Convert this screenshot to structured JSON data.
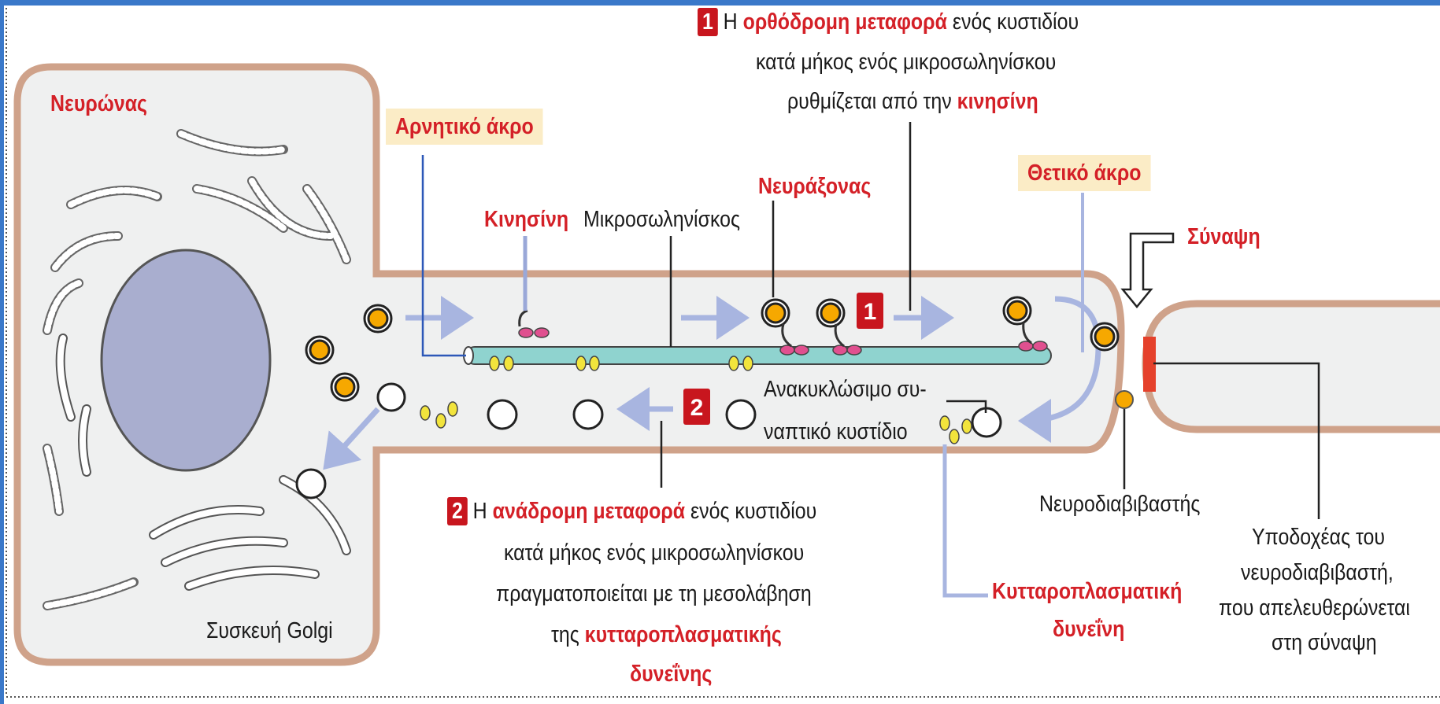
{
  "colors": {
    "frame_blue": "#3a78c9",
    "cell_fill": "#eff0f0",
    "cell_border": "#cfa28a",
    "nucleus": "#a9aecf",
    "microtubule": "#8fd3cf",
    "arrow": "#a8b5e0",
    "vesicle_orange": "#f6a800",
    "motor_pink": "#e0508f",
    "label_red": "#d42027",
    "highlight_bg": "#fbecc6",
    "synapse_red": "#e5412b"
  },
  "labels": {
    "neuron": "Νευρώνας",
    "negative_end": "Αρνητικό άκρο",
    "kinesin": "Κινησίνη",
    "microtubule": "Μικροσωληνίσκος",
    "axon": "Νευράξονας",
    "positive_end": "Θετικό άκρο",
    "synapse": "Σύναψη",
    "recycled_line1": "Ανακυκλώσιμο συ-",
    "recycled_line2": "ναπτικό κυστίδιο",
    "neurotransmitter": "Νευροδιαβιβαστής",
    "golgi": "Συσκευή Golgi",
    "dynein_line1": "Κυτταροπλασματική",
    "dynein_line2": "δυνεΐνη",
    "receptor_line1": "Υποδοχέας του",
    "receptor_line2": "νευροδιαβιβαστή,",
    "receptor_line3": "που απελευθερώνεται",
    "receptor_line4": "στη σύναψη"
  },
  "markers": {
    "one": "1",
    "two": "2"
  },
  "caption1": {
    "number": "1",
    "pre": "Η",
    "term": "ορθόδρομη μεταφορά",
    "post": "ενός κυστιδίου",
    "line2": "κατά μήκος ενός μικροσωληνίσκου",
    "line3_pre": "ρυθμίζεται από την",
    "line3_term": "κινησίνη"
  },
  "caption2": {
    "number": "2",
    "pre": "Η",
    "term": "ανάδρομη μεταφορά",
    "post": "ενός κυστιδίου",
    "line2": "κατά μήκος ενός μικροσωληνίσκου",
    "line3": "πραγματοποιείται με τη μεσολάβηση",
    "line4_pre": "της",
    "line4_term": "κυτταροπλασματικής",
    "line5_term": "δυνεΐνης"
  }
}
